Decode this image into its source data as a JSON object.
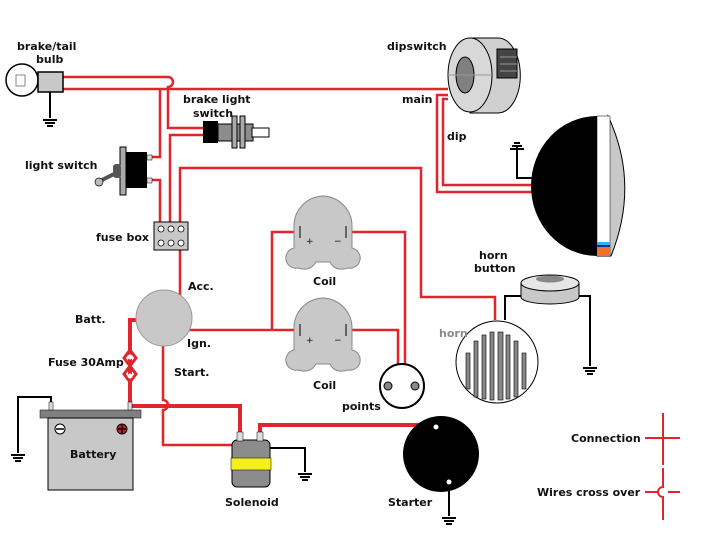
{
  "labels": {
    "brake_tail_bulb_line1": "brake/tail",
    "brake_tail_bulb_line2": "bulb",
    "brake_light_switch_line1": "brake light",
    "brake_light_switch_line2": "switch",
    "light_switch": "light switch",
    "fuse_box": "fuse box",
    "dipswitch": "dipswitch",
    "main": "main",
    "dip": "dip",
    "acc": "Acc.",
    "batt": "Batt.",
    "ign": "Ign.",
    "start": "Start.",
    "fuse_30amp": "Fuse 30Amp",
    "coil_top": "Coil",
    "coil_bottom": "Coil",
    "coil_plus": "+",
    "coil_minus": "−",
    "points": "points",
    "horn_button_line1": "horn",
    "horn_button_line2": "button",
    "horn": "horn",
    "battery": "Battery",
    "solenoid": "Solenoid",
    "starter": "Starter"
  },
  "legend": {
    "connection": "Connection",
    "wires_cross_over": "Wires cross over"
  },
  "colors": {
    "wire": "#e0262c",
    "ground_wire": "#000000",
    "component_grey": "#c8c8c8",
    "solenoid_band": "#f5ef1a"
  }
}
